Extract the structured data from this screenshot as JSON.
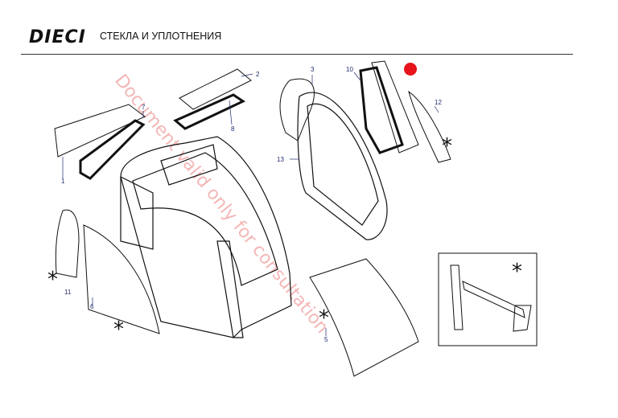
{
  "header": {
    "logo": "DIECI",
    "title": "СТЕКЛА И УПЛОТНЕНИЯ"
  },
  "watermark": "Document valid only for consultation",
  "callouts": {
    "c1": "1",
    "c2": "2",
    "c3": "3",
    "c5": "5",
    "c6": "6",
    "c7": "7",
    "c8": "8",
    "c10": "10",
    "c11": "11",
    "c12": "12",
    "c13": "13"
  },
  "star_symbol": "*",
  "marker_color": "#e8141b",
  "callout_color": "#1f2b6e"
}
